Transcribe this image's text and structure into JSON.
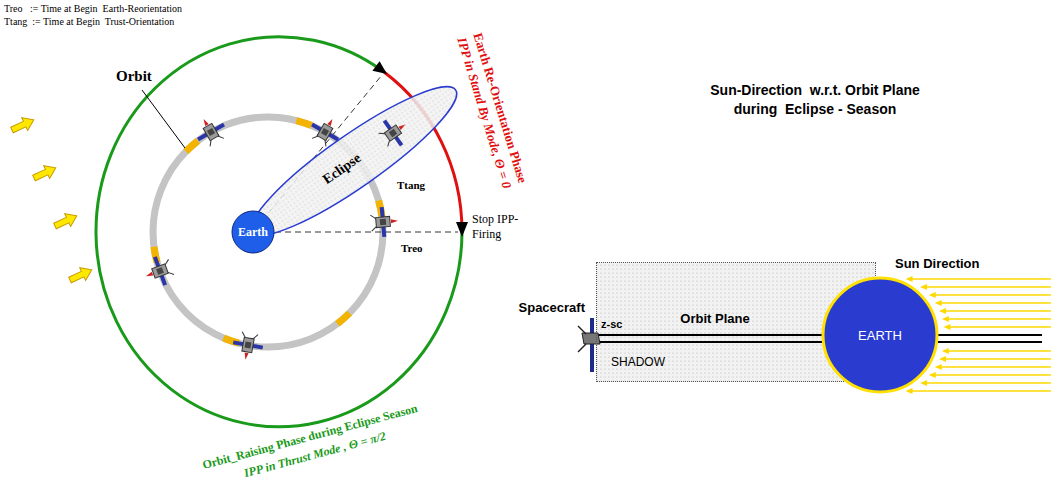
{
  "diagram": {
    "nodes": [
      {
        "text": [
          "Earth"
        ]
      },
      {
        "text": [
          "Eclipse"
        ]
      },
      {
        "text": [
          "SHADOW"
        ]
      },
      {
        "text": [
          "EARTH"
        ]
      }
    ],
    "labels": [
      "Treo   := Time at Begin  Earth-Reorientation",
      "Ttang  := Time at Begin  Trust-Orientation",
      "Orbit",
      "Ttang",
      "Treo",
      "Stop IPP-Firing",
      "Earth Re-Orientation Phase",
      "IPP in Stand By Mode, Θ = 0",
      "Orbit_Raising Phase during Eclipse Season",
      "IPP in Thrust Mode , Θ = π/2",
      "Sun-Direction  w.r.t. Orbit Plane",
      "during  Eclipse - Season",
      "Sun Direction",
      "Orbit Plane",
      "Spacecraft",
      "z-sc"
    ]
  }
}
